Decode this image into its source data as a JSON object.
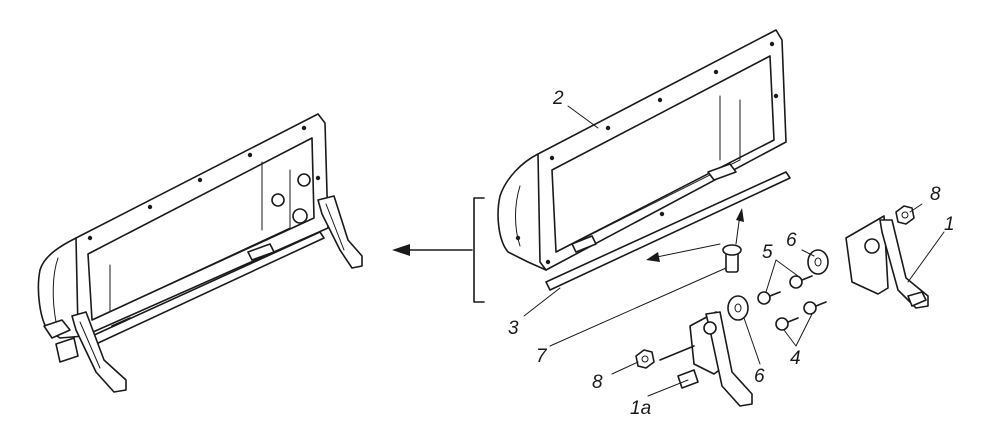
{
  "callouts": {
    "c1": "1",
    "c1a": "1a",
    "c2": "2",
    "c3": "3",
    "c4": "4",
    "c5": "5",
    "c6_top": "6",
    "c6_bottom": "6",
    "c7": "7",
    "c8_top": "8",
    "c8_bottom": "8"
  },
  "colors": {
    "ink": "#1a1a1a",
    "background": "#ffffff"
  }
}
